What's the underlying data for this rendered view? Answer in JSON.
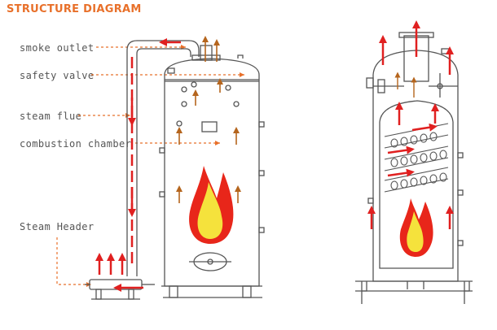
{
  "title": "STRUCTURE DIAGRAM",
  "labels": {
    "smoke_outlet": "smoke outlet",
    "safety_valve": "safety valve",
    "steam_flue": "steam flue",
    "combustion_chamber": "combustion chamber",
    "steam_header": "Steam Header"
  },
  "colors": {
    "title": "#e8702a",
    "leader": "#e8702a",
    "arrow_red": "#e02020",
    "arrow_brown": "#b5651d",
    "flame_outer": "#e8261a",
    "flame_inner": "#f5e23c",
    "line": "#555555"
  }
}
